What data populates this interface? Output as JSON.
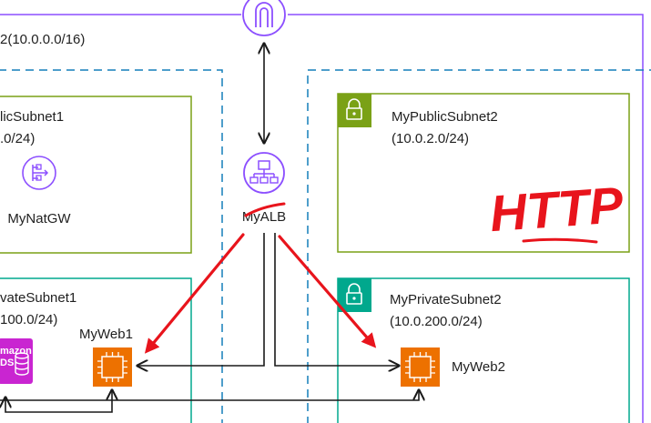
{
  "vpc": {
    "label": "2(10.0.0.0/16)"
  },
  "public_subnet_1": {
    "name": "licSubnet1",
    "cidr": ".0/24)"
  },
  "public_subnet_2": {
    "name": "MyPublicSubnet2",
    "cidr": "(10.0.2.0/24)"
  },
  "private_subnet_1": {
    "name": "vateSubnet1",
    "cidr": "100.0/24)"
  },
  "private_subnet_2": {
    "name": "MyPrivateSubnet2",
    "cidr": "(10.0.200.0/24)"
  },
  "nat_gateway": {
    "label": "MyNatGW",
    "icon": "nat-gateway-icon"
  },
  "load_balancer": {
    "label": "MyALB",
    "icon": "load-balancer-icon"
  },
  "web1": {
    "label": "MyWeb1",
    "icon": "ec2-instance-icon"
  },
  "web2": {
    "label": "MyWeb2",
    "icon": "ec2-instance-icon"
  },
  "rds": {
    "label_top": "mazon",
    "label_bottom": "DS",
    "icon": "rds-database-icon"
  },
  "internet_gateway": {
    "icon": "internet-gateway-icon"
  },
  "annotation": {
    "text": "HTTP",
    "color": "#e8141c"
  },
  "colors": {
    "vpc_border": "#8c4fff",
    "public_subnet": "#7aa116",
    "private_subnet": "#01a88d",
    "az_border": "#147eba",
    "ec2": "#ed7100",
    "alb": "#8c4fff",
    "rds": "#c925d1",
    "annotation": "#e8141c"
  }
}
